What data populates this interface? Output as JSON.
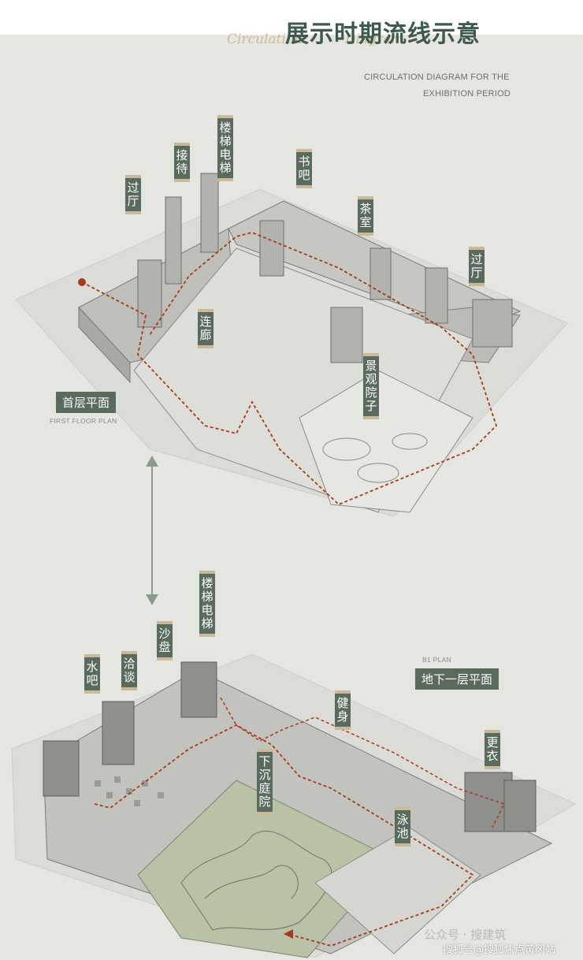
{
  "header": {
    "title": "展示时期流线示意",
    "script_left": "Circulation",
    "script_right": "Diagram",
    "subtitle_line1": "CIRCULATION DIAGRAM FOR THE",
    "subtitle_line2": "EXHIBITION PERIOD"
  },
  "first_floor": {
    "badge": "首层平面",
    "en": "FIRST FLOOR PLAN",
    "labels": [
      "过厅",
      "接待",
      "楼梯电梯",
      "连廊",
      "书吧",
      "茶室",
      "过厅",
      "景观院子"
    ]
  },
  "basement": {
    "badge": "地下一层平面",
    "en": "B1 PLAN",
    "labels": [
      "水吧",
      "洽谈",
      "沙盘",
      "楼梯电梯",
      "下沉庭院",
      "健身",
      "泳池",
      "更衣"
    ]
  },
  "watermark": {
    "line1": "公众号 · 搜建筑",
    "line2": "搜狐号@搜狐焦点黄冈站"
  },
  "colors": {
    "accent_green": "#5a6b5e",
    "gold": "#c9b99b",
    "route": "#a33a22",
    "background": "#e6e6e0"
  }
}
